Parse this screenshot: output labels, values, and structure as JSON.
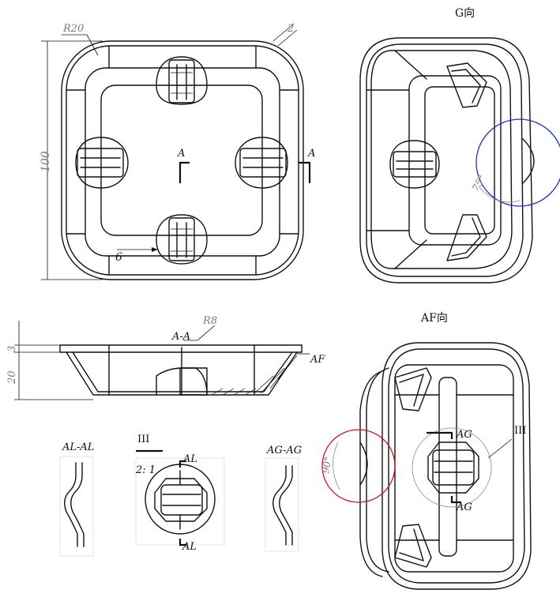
{
  "labels": {
    "r20": "R20",
    "two": "2",
    "hundred": "100",
    "six": "6",
    "g_view": "G向",
    "section_a_left": "A",
    "section_a_right": "A",
    "r8": "R8",
    "section_aa": "A-A",
    "af": "AF",
    "three": "3",
    "twenty": "20",
    "af_view": "AF向",
    "detail_iii_top": "III",
    "scale_21": "2: 1",
    "al_top": "AL",
    "al_bottom": "AL",
    "al_section": "AL-AL",
    "ag_section": "AG-AG",
    "ag_top": "AG",
    "ag_bottom": "AG",
    "detail_iii_right": "III",
    "angle_90": "90°",
    "angle_75": "75°"
  },
  "colors": {
    "line": "#111111",
    "dim": "#7a7a7a",
    "highlight_blue": "#1f2fcf",
    "highlight_red": "#d0101a"
  }
}
